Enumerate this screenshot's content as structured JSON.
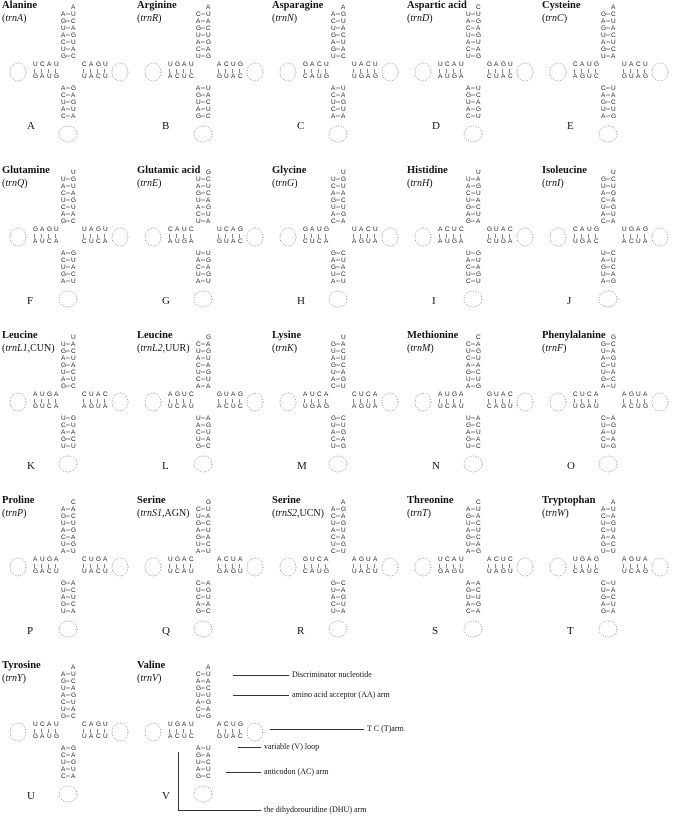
{
  "panels": [
    {
      "letter": "A",
      "name": "Alanine",
      "gene": "trnA",
      "suffix": ""
    },
    {
      "letter": "B",
      "name": "Arginine",
      "gene": "trnR",
      "suffix": ""
    },
    {
      "letter": "C",
      "name": "Asparagine",
      "gene": "trnN",
      "suffix": ""
    },
    {
      "letter": "D",
      "name": "Aspartic acid",
      "gene": "trnD",
      "suffix": ""
    },
    {
      "letter": "E",
      "name": "Cysteine",
      "gene": "trnC",
      "suffix": ""
    },
    {
      "letter": "F",
      "name": "Glutamine",
      "gene": "trnQ",
      "suffix": ""
    },
    {
      "letter": "G",
      "name": "Glutamic acid",
      "gene": "trnE",
      "suffix": ""
    },
    {
      "letter": "H",
      "name": "Glycine",
      "gene": "trnG",
      "suffix": ""
    },
    {
      "letter": "I",
      "name": "Histidine",
      "gene": "trnH",
      "suffix": ""
    },
    {
      "letter": "J",
      "name": "Isoleucine",
      "gene": "trnI",
      "suffix": ""
    },
    {
      "letter": "K",
      "name": "Leucine",
      "gene": "trnL1",
      "suffix": ",CUN"
    },
    {
      "letter": "L",
      "name": "Leucine",
      "gene": "trnL2",
      "suffix": ",UUR"
    },
    {
      "letter": "M",
      "name": "Lysine",
      "gene": "trnK",
      "suffix": ""
    },
    {
      "letter": "N",
      "name": "Methionine",
      "gene": "trnM",
      "suffix": ""
    },
    {
      "letter": "O",
      "name": "Phenylalanine",
      "gene": "trnF",
      "suffix": ""
    },
    {
      "letter": "P",
      "name": "Proline",
      "gene": "trnP",
      "suffix": ""
    },
    {
      "letter": "Q",
      "name": "Serine",
      "gene": "trnS1",
      "suffix": ",AGN"
    },
    {
      "letter": "R",
      "name": "Serine",
      "gene": "trnS2",
      "suffix": ",UCN"
    },
    {
      "letter": "S",
      "name": "Threonine",
      "gene": "trnT",
      "suffix": ""
    },
    {
      "letter": "T",
      "name": "Tryptophan",
      "gene": "trnW",
      "suffix": ""
    },
    {
      "letter": "U",
      "name": "Tyrosine",
      "gene": "trnY",
      "suffix": ""
    },
    {
      "letter": "V",
      "name": "Valine",
      "gene": "trnV",
      "suffix": ""
    }
  ],
  "annotations": {
    "discriminator": "Discriminator nucleotide",
    "acceptor": "amino acid acceptor (AA) arm",
    "tc_arm": "T C (T)arm",
    "variable": "variable (V) loop",
    "anticodon": "anticodon (AC) arm",
    "dhu": "the dihydorouridine (DHU) arm"
  }
}
